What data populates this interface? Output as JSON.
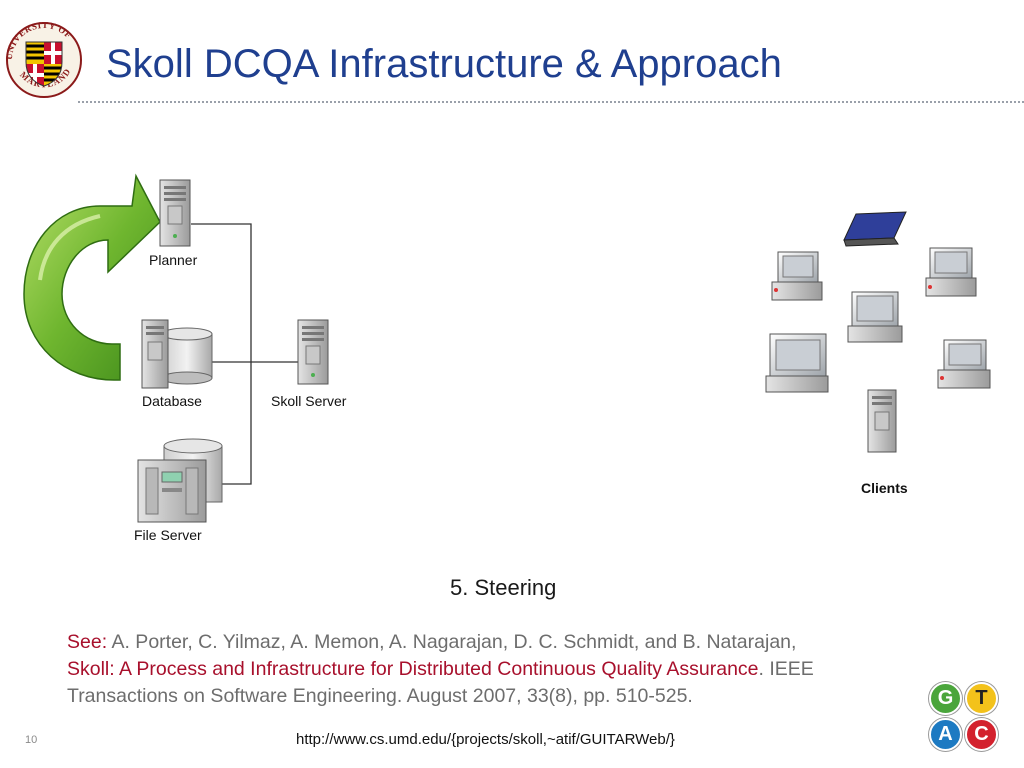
{
  "slide": {
    "title": "Skoll DCQA Infrastructure & Approach",
    "page_number": "10"
  },
  "logo": {
    "text_top": "UNIVERSITY OF",
    "text_bottom": "MARYLAND",
    "colors": [
      "#c8102e",
      "#f2c500",
      "#000000",
      "#ffffff"
    ]
  },
  "diagram": {
    "labels": {
      "planner": "Planner",
      "database": "Database",
      "skoll_server": "Skoll Server",
      "file_server": "File Server",
      "clients": "Clients"
    },
    "arrow_icon": "circular-arrow-icon"
  },
  "caption": "5. Steering",
  "reference": {
    "see": "See:",
    "authors": " A. Porter, C. Yilmaz, A. Memon, A. Nagarajan, D. C. Schmidt, and B. Natarajan,",
    "paper_title": "Skoll: A Process and Infrastructure for Distributed Continuous Quality Assurance",
    "rest_a": ". IEEE",
    "rest_b": "Transactions on Software Engineering.  August 2007, 33(8), pp. 510-525."
  },
  "url": "http://www.cs.umd.edu/{projects/skoll,~atif/GUITARWeb/}",
  "gtac_logo": {
    "letters": [
      "G",
      "T",
      "A",
      "C"
    ],
    "colors": [
      "#4aa53b",
      "#f3c21b",
      "#1d7ac2",
      "#d3212d"
    ]
  }
}
